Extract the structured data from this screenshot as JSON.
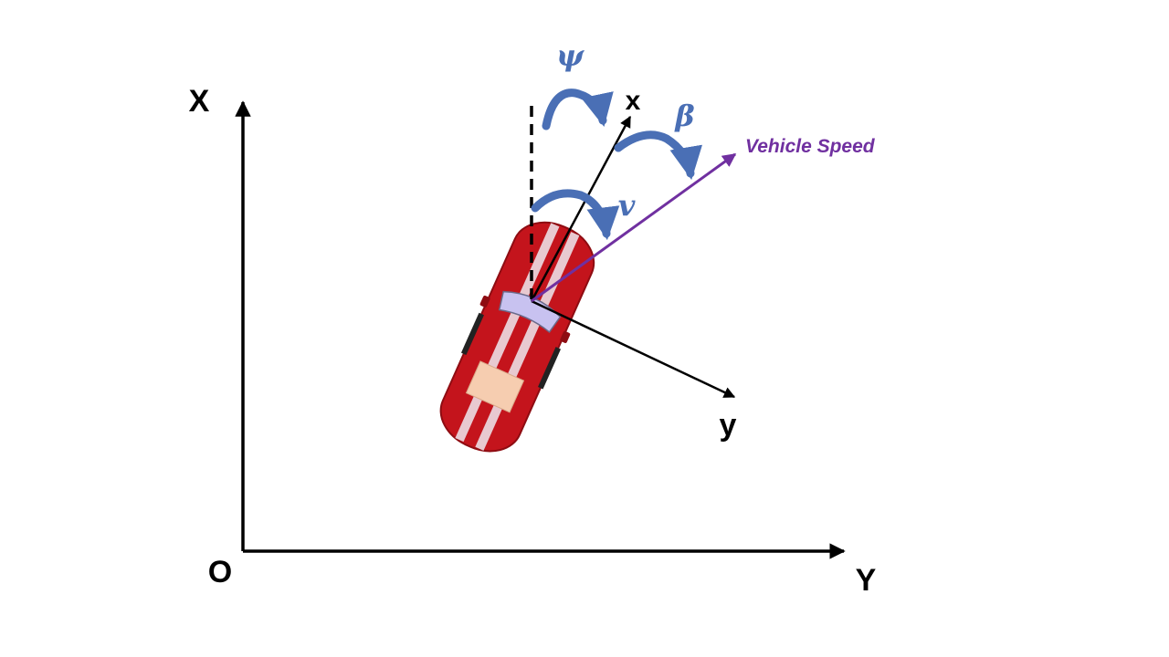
{
  "global_axes": {
    "vertical_label": "X",
    "horizontal_label": "Y",
    "origin_label": "O"
  },
  "body_axes": {
    "longitudinal_label": "x",
    "lateral_label": "y"
  },
  "angles": {
    "yaw": "ψ",
    "sideslip": "β",
    "course": "v"
  },
  "velocity": {
    "label": "Vehicle Speed"
  },
  "colors": {
    "axis": "#000000",
    "angle_arrow": "#4a6fb5",
    "velocity": "#7030a0",
    "car_body": "#c4141c",
    "car_stripe": "#ead9e0",
    "windshield": "#c8c2f0",
    "rear_window": "#f6cdb0"
  },
  "icons": {
    "car": "red-sports-car-top-view-icon"
  }
}
